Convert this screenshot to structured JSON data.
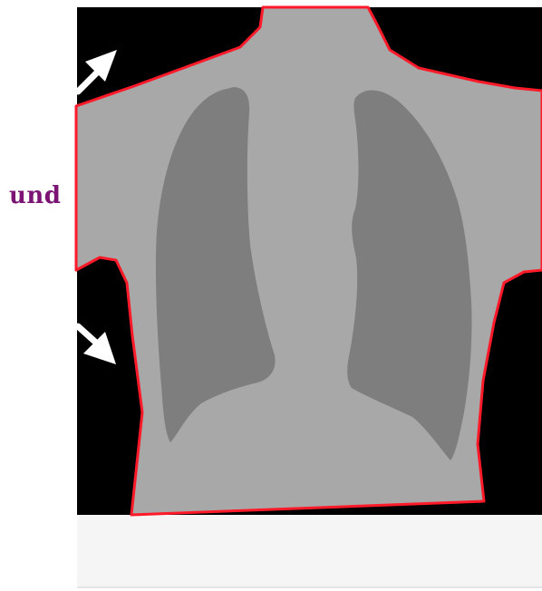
{
  "figure": {
    "side_label": "und",
    "colors": {
      "background": "#000000",
      "body": "#a8a8a8",
      "lung": "#7e7e7e",
      "outline": "#ff1a2a",
      "arrow": "#ffffff",
      "label": "#7b1475",
      "floor": "#f5f5f5"
    },
    "arrows": [
      {
        "name": "arrow-up-right",
        "direction": "up-right"
      },
      {
        "name": "arrow-down-right",
        "direction": "down-right"
      }
    ]
  }
}
